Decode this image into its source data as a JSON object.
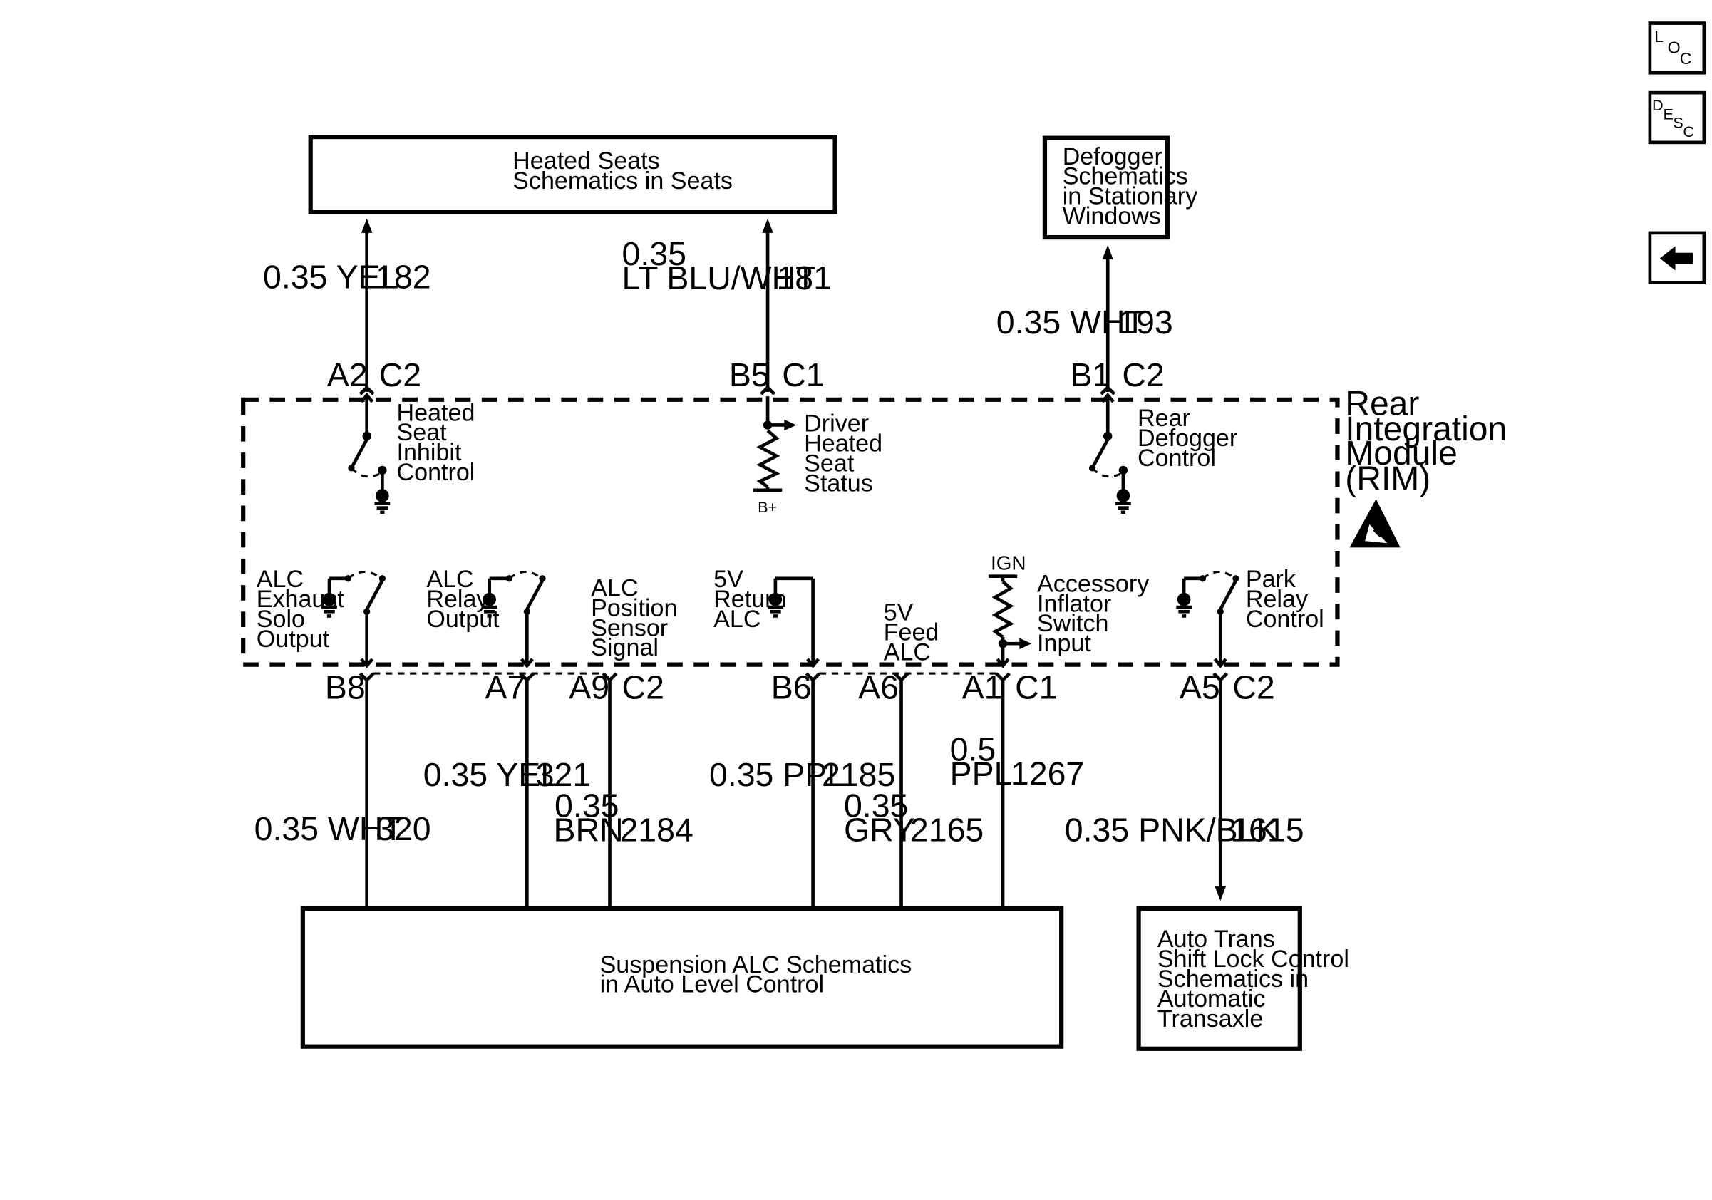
{
  "nav": {
    "loc": [
      "L",
      "O",
      "C"
    ],
    "desc": [
      "D",
      "E",
      "S",
      "C"
    ],
    "back_icon": "arrow-left-icon"
  },
  "boxes": {
    "heated_seats": [
      "Heated Seats",
      "Schematics in Seats"
    ],
    "defogger": [
      "Defogger",
      "Schematics",
      "in Stationary",
      "Windows"
    ],
    "suspension": [
      "Suspension ALC Schematics",
      "in Auto Level Control"
    ],
    "auto_trans": [
      "Auto Trans",
      "Shift Lock Control",
      "Schematics in",
      "Automatic",
      "Transaxle"
    ]
  },
  "rim_title": [
    "Rear",
    "Integration",
    "Module",
    "(RIM)"
  ],
  "esd_icon": "esd-warning-icon",
  "top_wires": [
    {
      "gauge": "0.35 YEL",
      "circuit": "182",
      "pin": "A2",
      "connector": "C2"
    },
    {
      "gauge": "0.35",
      "gauge2": "LT BLU/WHT",
      "circuit": "181",
      "pin": "B5",
      "connector": "C1"
    },
    {
      "gauge": "0.35 WHT",
      "circuit": "193",
      "pin": "B1",
      "connector": "C2"
    }
  ],
  "top_internals": {
    "heated_seat_inhibit": [
      "Heated",
      "Seat",
      "Inhibit",
      "Control"
    ],
    "driver_heated_seat": [
      "Driver",
      "Heated",
      "Seat",
      "Status"
    ],
    "bplus": "B+",
    "rear_defogger": [
      "Rear",
      "Defogger",
      "Control"
    ]
  },
  "bottom_internals": {
    "alc_exhaust": [
      "ALC",
      "Exhaust",
      "Solo",
      "Output"
    ],
    "alc_relay": [
      "ALC",
      "Relay",
      "Output"
    ],
    "alc_position": [
      "ALC",
      "Position",
      "Sensor",
      "Signal"
    ],
    "return_5v": [
      "5V",
      "Return",
      "ALC"
    ],
    "feed_5v": [
      "5V",
      "Feed",
      "ALC"
    ],
    "ign": "IGN",
    "accessory_inflator": [
      "Accessory",
      "Inflator",
      "Switch",
      "Input"
    ],
    "park_relay": [
      "Park",
      "Relay",
      "Control"
    ]
  },
  "bottom_pins": {
    "b8": "B8",
    "a7": "A7",
    "a9": "A9",
    "c2_left": "C2",
    "b6": "B6",
    "a6": "A6",
    "a1": "A1",
    "c1": "C1",
    "a5": "A5",
    "c2_right": "C2"
  },
  "bottom_wires": {
    "w320": {
      "gauge": "0.35 WHT",
      "circuit": "320"
    },
    "w321": {
      "gauge": "0.35 YEL",
      "circuit": "321"
    },
    "w2184": {
      "gauge": "0.35",
      "gauge2": "BRN",
      "circuit": "2184"
    },
    "w2185": {
      "gauge": "0.35 PPL",
      "circuit": "2185"
    },
    "w2165": {
      "gauge": "0.35",
      "gauge2": "GRY",
      "circuit": "2165"
    },
    "w1267": {
      "gauge": "0.5",
      "gauge2": "PPL",
      "circuit": "1267"
    },
    "w1615": {
      "gauge": "0.35 PNK/BLK",
      "circuit": "1615"
    }
  }
}
